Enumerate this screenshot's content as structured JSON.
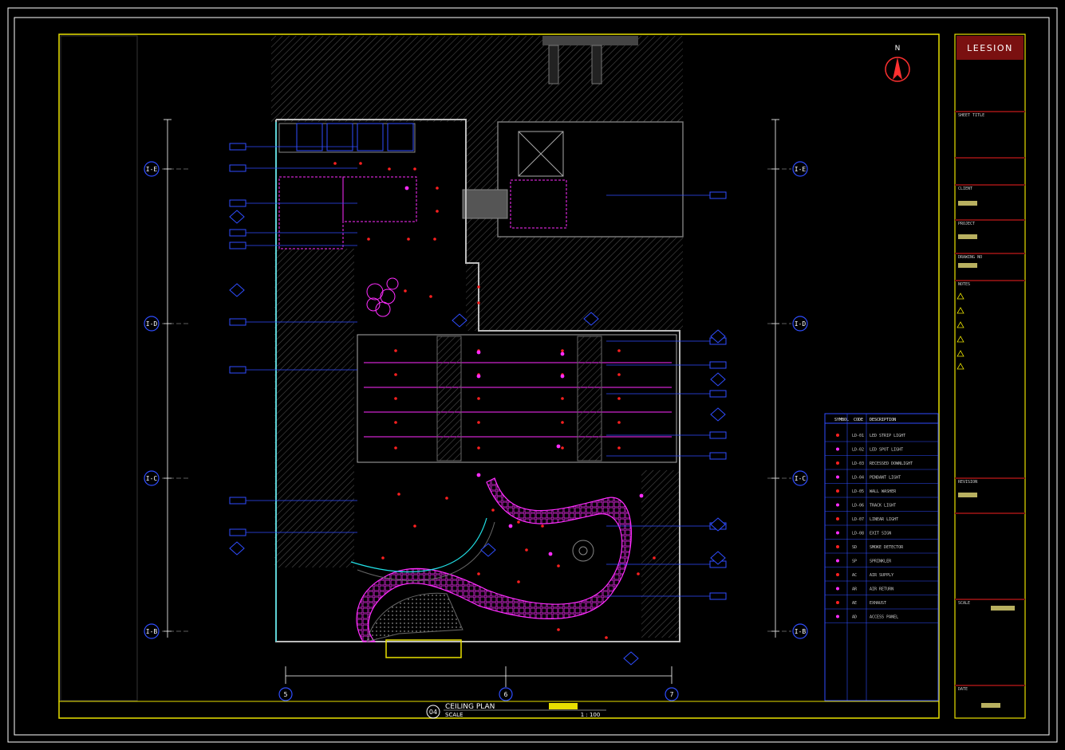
{
  "title_block": {
    "brand": "LEESION",
    "ceiling_plan_title": "CEILING PLAN",
    "scale_label": "SCALE",
    "scale_value": "1 : 100",
    "drawing_number": "04",
    "row_labels": [
      "SHEET TITLE",
      "CLIENT",
      "PROJECT",
      "DRAWING NO",
      "NOTES",
      "REVISION",
      "SCALE",
      "DATE"
    ]
  },
  "north": {
    "label": "N"
  },
  "grid": {
    "rows": [
      "I-E",
      "I-D",
      "I-C",
      "I-B"
    ],
    "columns": [
      "5",
      "6",
      "7"
    ]
  },
  "legend": {
    "header": [
      "SYMBOL",
      "CODE",
      "DESCRIPTION"
    ],
    "rows": [
      {
        "code": "LD-01",
        "desc": "LED STRIP LIGHT"
      },
      {
        "code": "LD-02",
        "desc": "LED SPOT LIGHT"
      },
      {
        "code": "LD-03",
        "desc": "RECESSED DOWNLIGHT"
      },
      {
        "code": "LD-04",
        "desc": "PENDANT LIGHT"
      },
      {
        "code": "LD-05",
        "desc": "WALL WASHER"
      },
      {
        "code": "LD-06",
        "desc": "TRACK LIGHT"
      },
      {
        "code": "LD-07",
        "desc": "LINEAR LIGHT"
      },
      {
        "code": "LD-08",
        "desc": "EXIT SIGN"
      },
      {
        "code": "SD",
        "desc": "SMOKE DETECTOR"
      },
      {
        "code": "SP",
        "desc": "SPRINKLER"
      },
      {
        "code": "AC",
        "desc": "AIR SUPPLY"
      },
      {
        "code": "AR",
        "desc": "AIR RETURN"
      },
      {
        "code": "AE",
        "desc": "EXHAUST"
      },
      {
        "code": "AD",
        "desc": "ACCESS PANEL"
      }
    ]
  },
  "colors": {
    "border": "#e8e000",
    "grid": "#ffffff",
    "walls": "#6a6a6a",
    "tags": "#2f4dff",
    "lights": "#ff2cff",
    "hatch": "#3a3a3a",
    "cyan": "#21e0e6"
  }
}
